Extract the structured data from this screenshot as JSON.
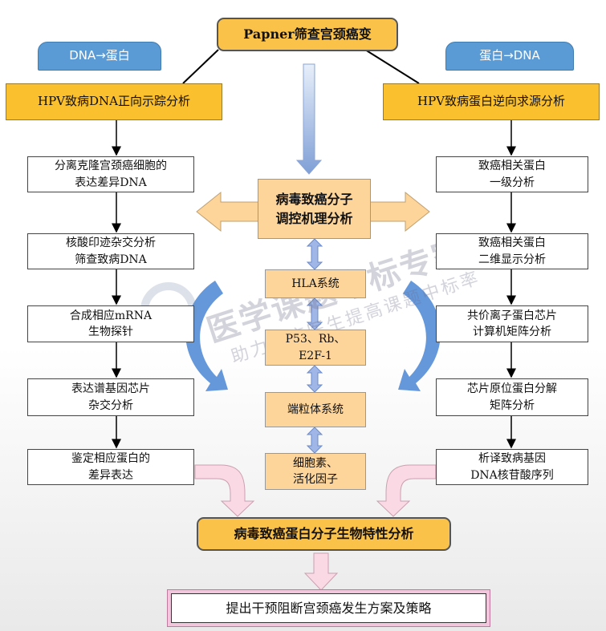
{
  "top": "Papner筛查宫颈癌变",
  "tags": {
    "left": "DNA→蛋白",
    "right": "蛋白→DNA"
  },
  "heads": {
    "left": "HPV致病DNA正向示踪分析",
    "right": "HPV致病蛋白逆向求源分析"
  },
  "left_steps": [
    "分离克隆宫颈癌细胞的\n表达差异DNA",
    "核酸印迹杂交分析\n筛查致病DNA",
    "合成相应mRNA\n生物探针",
    "表达谱基因芯片\n杂交分析",
    "鉴定相应蛋白的\n差异表达"
  ],
  "right_steps": [
    "致癌相关蛋白\n一级分析",
    "致癌相关蛋白\n二维显示分析",
    "共价离子蛋白芯片\n计算机矩阵分析",
    "芯片原位蛋白分解\n矩阵分析",
    "析译致病基因\nDNA核苷酸序列"
  ],
  "center_main": "病毒致癌分子\n调控机理分析",
  "center_items": [
    "HLA系统",
    "P53、Rb、\nE2F-1",
    "端粒体系统",
    "细胞素、\n活化因子"
  ],
  "bottom": "病毒致癌蛋白分子生物特性分析",
  "final": "提出干预阻断宫颈癌发生方案及策略",
  "watermark": {
    "main": "医学课题中标专家",
    "sub": "助力临床医生提高课题中标率"
  }
}
